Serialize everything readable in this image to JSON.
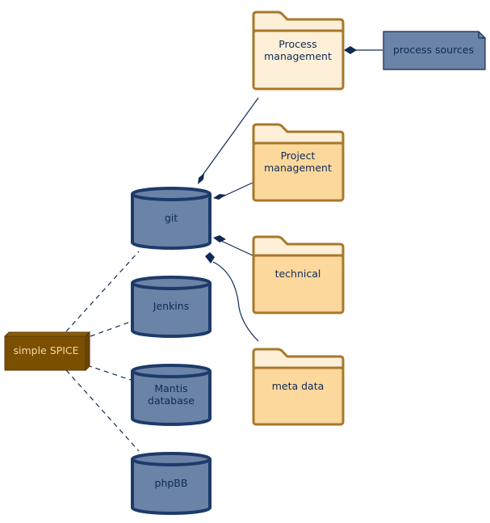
{
  "colors": {
    "line": "#0f2a55",
    "cylinder_fill": "#6b83a6",
    "cylinder_stroke": "#1d3a6b",
    "folder_stroke": "#a8782a",
    "folder_tab": "#fdefd8",
    "folder_light": "#fdefd8",
    "folder_fill": "#fcd89d",
    "note_fill": "#6b83a6",
    "node_fill": "#7a4f00",
    "node_text": "#f5d9a0",
    "text": "#0f2a55"
  },
  "node": {
    "label": "simple SPICE"
  },
  "repositories": {
    "git": "git",
    "jenkins": "Jenkins",
    "mantis": [
      "Mantis",
      "database"
    ],
    "phpbb": "phpBB"
  },
  "folders": {
    "process_management": [
      "Process",
      "management"
    ],
    "project_management": [
      "Project",
      "management"
    ],
    "technical": "technical",
    "meta_data": "meta data"
  },
  "note": {
    "label": "process sources"
  }
}
